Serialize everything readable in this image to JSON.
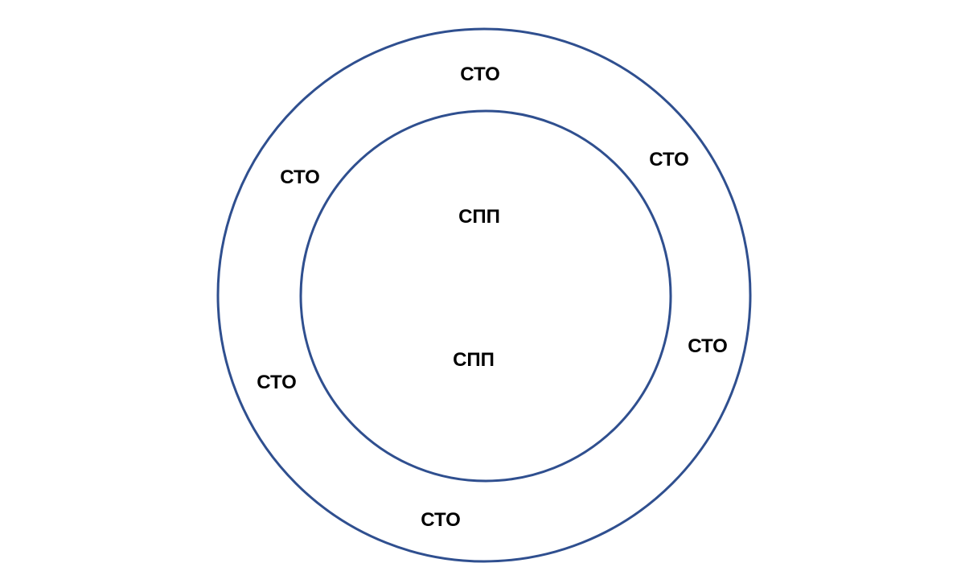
{
  "diagram": {
    "line_color": "#2f4f8f",
    "text_color": "#000000",
    "outer_ring_labels": [
      "СТО",
      "СТО",
      "СТО",
      "СТО",
      "СТО",
      "СТО"
    ],
    "inner_circle_labels": [
      "СПП",
      "СПП"
    ]
  }
}
